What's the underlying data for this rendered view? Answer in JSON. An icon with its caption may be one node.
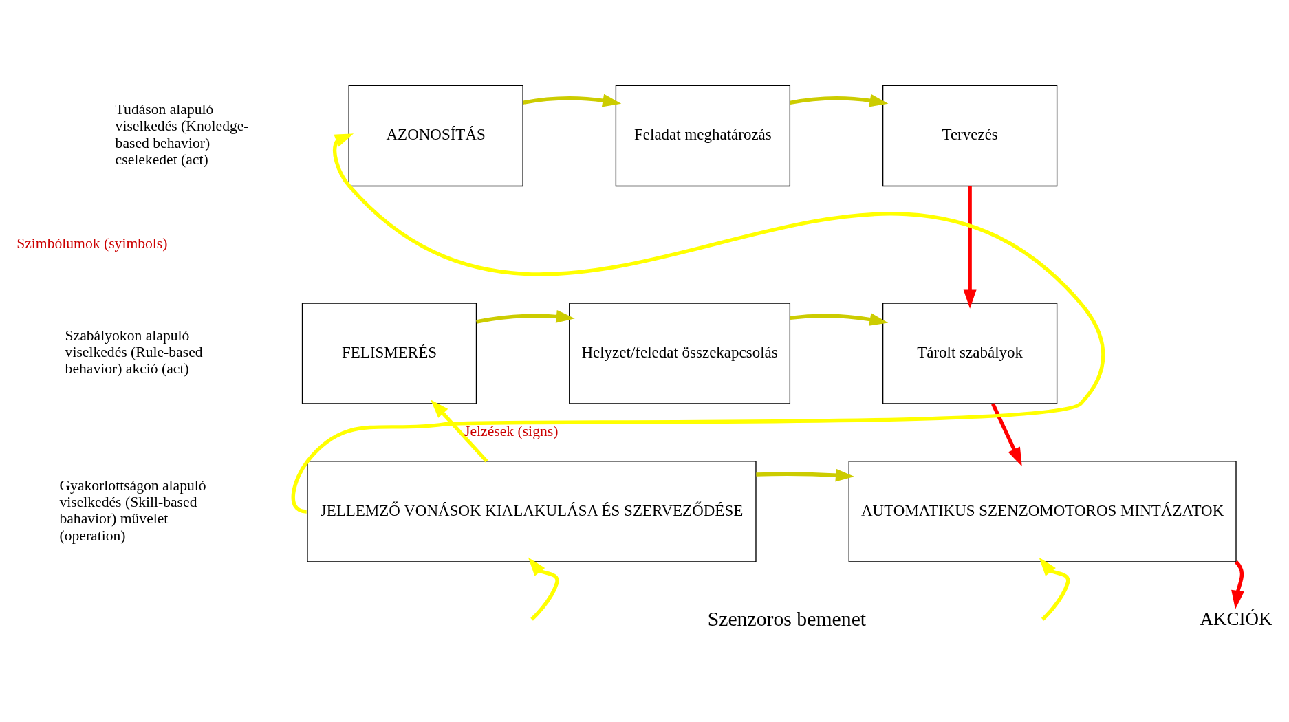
{
  "diagram": {
    "nodes": [
      {
        "text": [
          "AZONOSÍTÁS"
        ]
      },
      {
        "text": [
          "Feladat meghatározás"
        ]
      },
      {
        "text": [
          "Tervezés"
        ]
      },
      {
        "text": [
          "FELISMERÉS"
        ]
      },
      {
        "text": [
          "Helyzet/feledat összekapcsolás"
        ]
      },
      {
        "text": [
          "Tárolt szabályok"
        ]
      },
      {
        "text": [
          "JELLEMZŐ VONÁSOK KIALAKULÁSA ÉS SZERVEZŐDÉSE"
        ]
      },
      {
        "text": [
          "AUTOMATIKUS SZENZOMOTOROS MINTÁZATOK"
        ]
      },
      {
        "text": [
          "AKCIÓK"
        ]
      }
    ],
    "edges": [
      {
        "from": 0,
        "to": 1,
        "arrow": "to"
      },
      {
        "from": 1,
        "to": 2,
        "arrow": "to"
      },
      {
        "from": 3,
        "to": 4,
        "arrow": "to"
      },
      {
        "from": 4,
        "to": 5,
        "arrow": "to"
      },
      {
        "from": 6,
        "to": 7,
        "arrow": "to"
      },
      {
        "from": 2,
        "to": 5,
        "arrow": "to",
        "color": "#ff0000"
      },
      {
        "from": 5,
        "to": 7,
        "arrow": "to",
        "color": "#ff0000"
      },
      {
        "from": 7,
        "to": 8,
        "arrow": "to",
        "color": "#ff0000"
      },
      {
        "from": 6,
        "to": 3,
        "arrow": "to",
        "color": "#ffff00",
        "label": "Jelzések (signs)"
      },
      {
        "from": 6,
        "to": 0,
        "arrow": "to",
        "color": "#ffff00"
      },
      {
        "from": null,
        "to": 6,
        "arrow": "to",
        "color": "#ffff00"
      },
      {
        "from": null,
        "to": 7,
        "arrow": "to",
        "color": "#ffff00"
      }
    ],
    "labels": [
      "Tudáson alapuló viselkedés (Knoledge-based behavior) cselekedet (act)",
      "Szimbólumok (syimbols)",
      "Szabályokon alapuló viselkedés (Rule-based behavior) akció (act)",
      "Gyakorlottságon alapuló viselkedés (Skill-based bahavior) művelet (operation)",
      "Szenzoros bemenet"
    ]
  }
}
